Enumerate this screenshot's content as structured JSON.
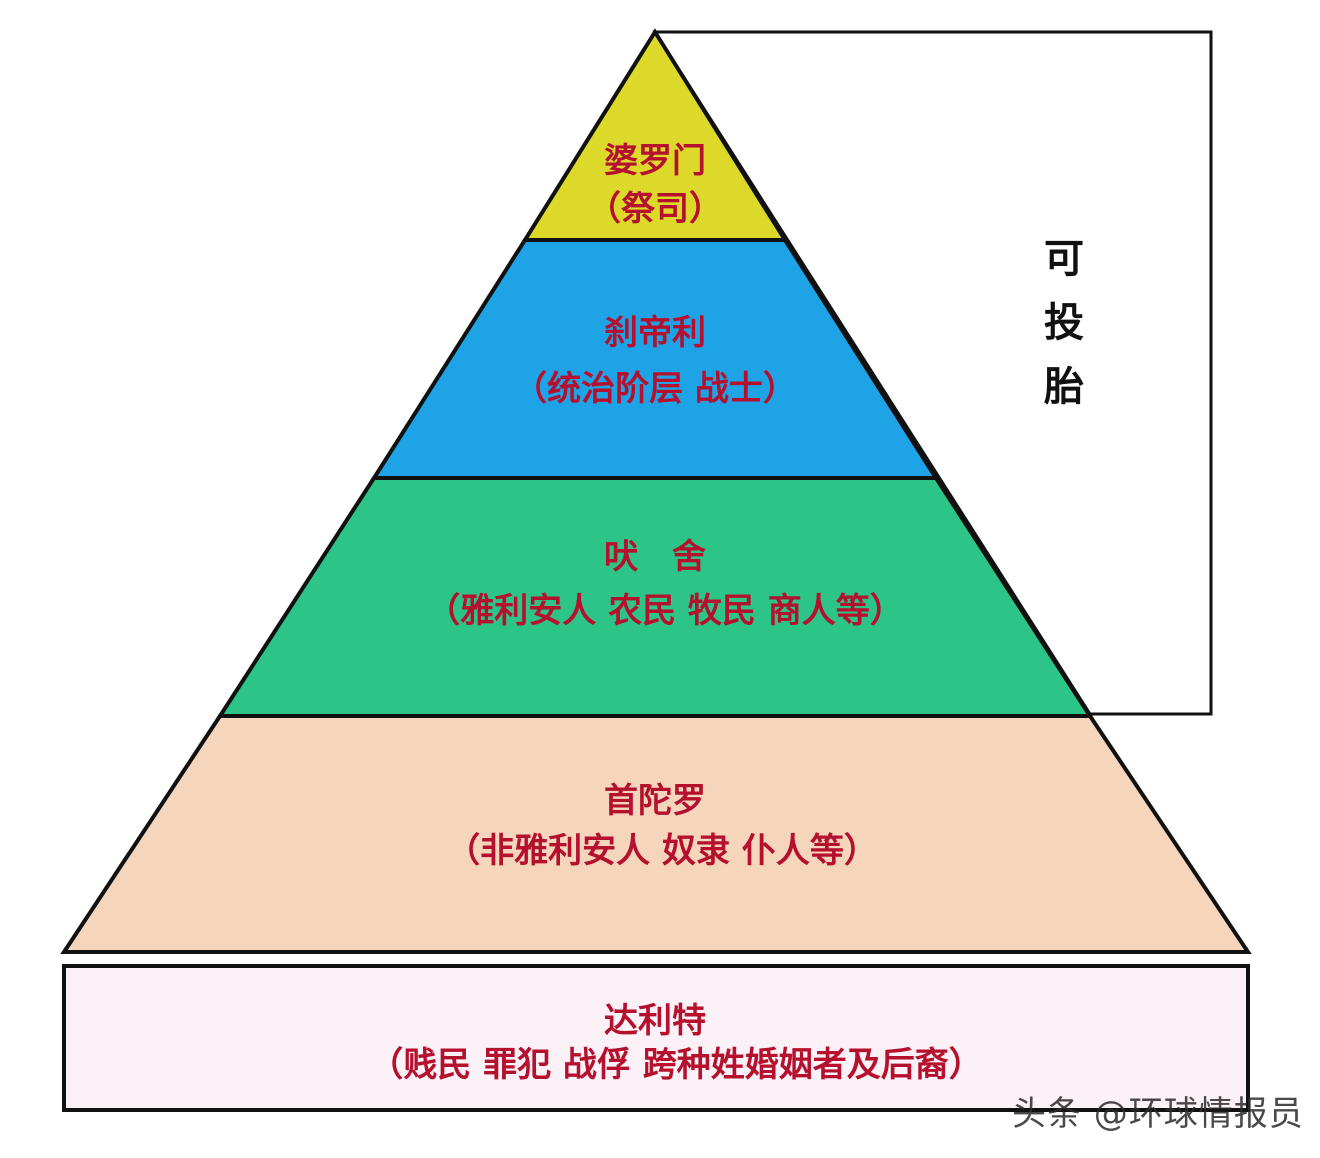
{
  "pyramid": {
    "tiers": [
      {
        "name": "婆罗门",
        "desc": "（祭司）",
        "color": "#dcd92a"
      },
      {
        "name": "刹帝利",
        "desc": "（统治阶层 战士）",
        "color": "#1ea4e6"
      },
      {
        "name": "吠　舍",
        "desc": "（雅利安人 农民 牧民 商人等）",
        "color": "#2cc487"
      },
      {
        "name": "首陀罗",
        "desc": "（非雅利安人 奴隶 仆人等）",
        "color": "#f5d6bd"
      }
    ],
    "base": {
      "name": "达利特",
      "desc": "（贱民 罪犯 战俘 跨种姓婚姻者及后裔）",
      "color": "#fbf1f6"
    },
    "text_color": "#b5102e",
    "outline_color": "#111111"
  },
  "rebirth_box": {
    "chars": [
      "可",
      "投",
      "胎"
    ],
    "text_color": "#111111"
  },
  "watermark": {
    "text": "头条 @环球情报员"
  }
}
